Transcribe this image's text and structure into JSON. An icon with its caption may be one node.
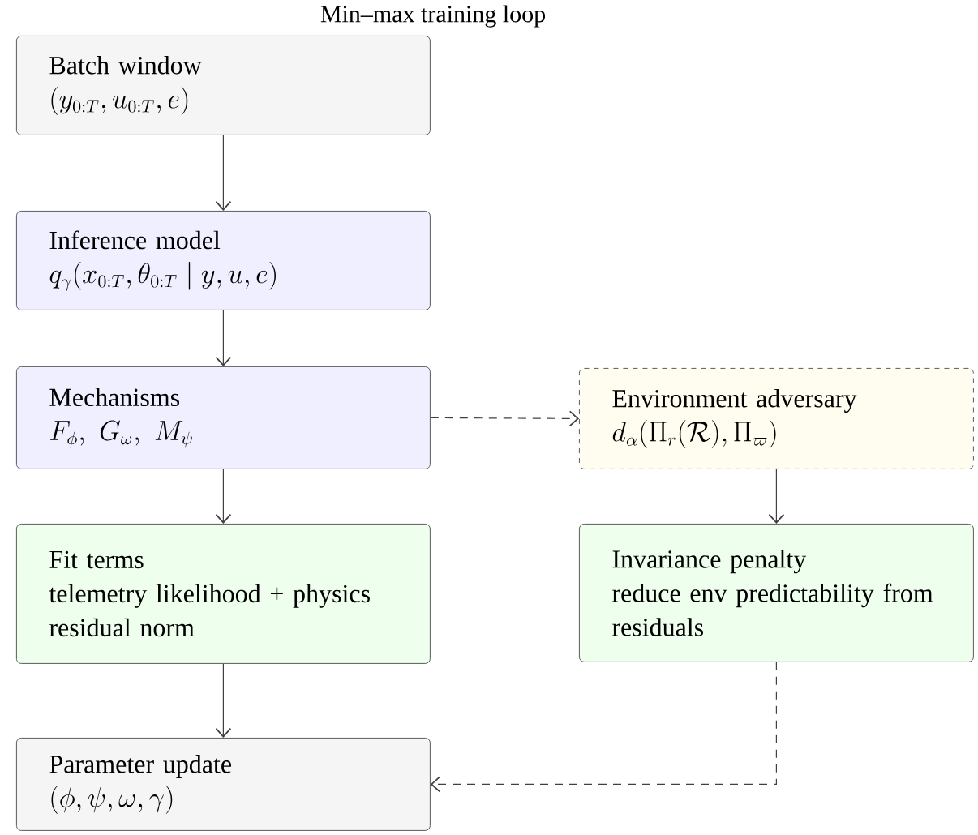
{
  "diagram": {
    "title": "Min–max training loop",
    "nodes": [
      {
        "text": [
          "Batch window",
          "(y_{0:T}, u_{0:T}, e)"
        ]
      },
      {
        "text": [
          "Inference model",
          "q_\\gamma(x_{0:T}, \\theta_{0:T} \\mid y, u, e)"
        ]
      },
      {
        "text": [
          "Mechanisms",
          "F_\\phi,\\ G_\\omega,\\ M_\\psi"
        ]
      },
      {
        "text": [
          "Fit terms",
          "telemetry likelihood + physics residual norm"
        ]
      },
      {
        "text": [
          "Parameter update",
          "(\\phi, \\psi, \\omega, \\gamma)"
        ]
      },
      {
        "text": [
          "Environment adversary",
          "d_\\alpha(\\Pi_r(\\mathcal{R}), \\Pi_\\varpi)"
        ]
      },
      {
        "text": [
          "Invariance penalty",
          "reduce env predictability from residuals"
        ]
      }
    ],
    "edges": [
      {
        "from": 0,
        "to": 1,
        "arrow": "to"
      },
      {
        "from": 1,
        "to": 2,
        "arrow": "to"
      },
      {
        "from": 2,
        "to": 3,
        "arrow": "to"
      },
      {
        "from": 3,
        "to": 4,
        "arrow": "to"
      },
      {
        "from": 2,
        "to": 5,
        "arrow": "to",
        "style": "dashed"
      },
      {
        "from": 5,
        "to": 6,
        "arrow": "to"
      },
      {
        "from": 6,
        "to": 4,
        "arrow": "to",
        "style": "dashed"
      }
    ]
  }
}
